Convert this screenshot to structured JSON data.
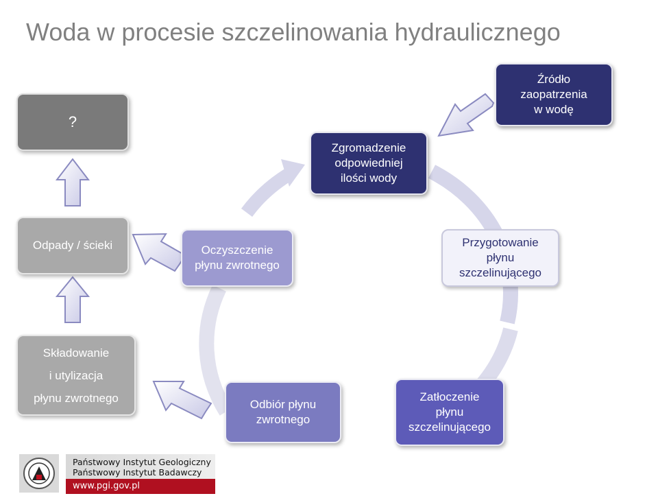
{
  "title": "Woda w procesie szczelinowania hydraulicznego",
  "nodes": {
    "source": [
      "Źródło",
      "zaopatrzenia",
      "w wodę"
    ],
    "accumulation": [
      "Zgromadzenie",
      "odpowiedniej",
      "ilości wody"
    ],
    "preparation": [
      "Przygotowanie",
      "płynu",
      "szczelinującego"
    ],
    "injection": [
      "Zatłoczenie",
      "płynu",
      "szczelinującego"
    ],
    "collection": [
      "Odbiór płynu",
      "zwrotnego"
    ],
    "treatment": [
      "Oczyszczenie",
      "płynu zwrotnego"
    ],
    "waste": "Odpady / ścieki",
    "unknown": "?",
    "storage": [
      "Składowanie",
      "i utylizacja",
      "płynu zwrotnego"
    ]
  },
  "footer": {
    "line1": "Państwowy Instytut Geologiczny",
    "line2": "Państwowy Instytut Badawczy",
    "url": "www.pgi.gov.pl",
    "logo_label": "PIG logo"
  }
}
